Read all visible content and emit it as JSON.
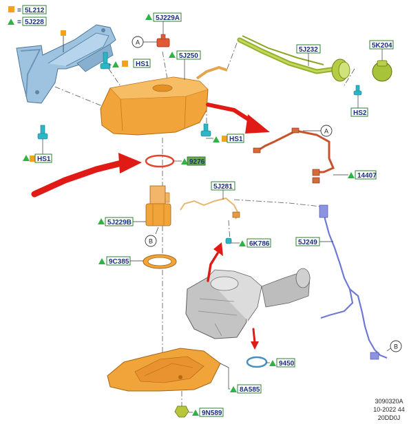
{
  "legend": {
    "square_code": "5L212",
    "square_equals": "=",
    "triangle_code": "5J228",
    "triangle_equals": "="
  },
  "callouts": {
    "c5J229A": "5J229A",
    "c5J250": "5J250",
    "c5J232": "5J232",
    "c5K204": "5K204",
    "cHS1_top": "HS1",
    "cHS1_mid": "HS1",
    "cHS1_left": "HS1",
    "cHS2": "HS2",
    "c9276": "9276",
    "c14407": "14407",
    "c5J281": "5J281",
    "c5J229B": "5J229B",
    "c6K786": "6K786",
    "c5J249": "5J249",
    "c9C385": "9C385",
    "c9450": "9450",
    "c8A585": "8A585",
    "c9N589": "9N589"
  },
  "connectors": {
    "A_top": "A",
    "A_right": "A",
    "B_left": "B",
    "B_right": "B"
  },
  "footer": {
    "line1": "3090320A",
    "line2": "10-2022 44",
    "line3": "20DD0J"
  },
  "colors": {
    "label_text": "#1b2f80",
    "label_border": "#2e7d32",
    "orange_marker": "#f2a21b",
    "green_marker": "#2fb344",
    "tank_orange": "#f0a43a",
    "bracket_blue": "#8fb8d8",
    "filler_green": "#a6c33a",
    "pipe_red": "#d0512a",
    "harness_blue": "#6f78d6",
    "callout_arrow_red": "#e01b16",
    "highlight_green": "#6aa84f"
  }
}
